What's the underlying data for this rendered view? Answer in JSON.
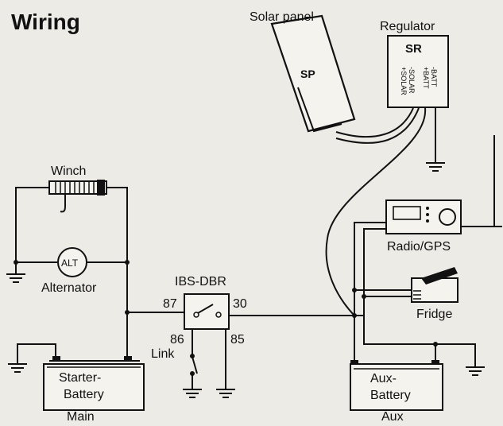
{
  "title": "Wiring",
  "components": {
    "solar_panel": {
      "label": "Solar panel",
      "code": "SP"
    },
    "regulator": {
      "label": "Regulator",
      "code": "SR",
      "terminals": [
        "+SOLAR",
        "-SOLAR",
        "+BATT",
        "-BATT"
      ]
    },
    "winch": {
      "label": "Winch"
    },
    "alternator": {
      "label": "Alternator",
      "symbol": "ALT"
    },
    "relay": {
      "label": "IBS-DBR",
      "pins": {
        "p87": "87",
        "p30": "30",
        "p86": "86",
        "p85": "85"
      }
    },
    "link": {
      "label": "Link"
    },
    "radio": {
      "label": "Radio/GPS"
    },
    "fridge": {
      "label": "Fridge"
    },
    "starter_battery": {
      "line1": "Starter-",
      "line2": "Battery",
      "caption": "Main"
    },
    "aux_battery": {
      "line1": "Aux-",
      "line2": "Battery",
      "caption": "Aux"
    }
  },
  "colors": {
    "ink": "#111111",
    "paper": "#ecebe6",
    "panel_fill": "#f4f3ee"
  }
}
